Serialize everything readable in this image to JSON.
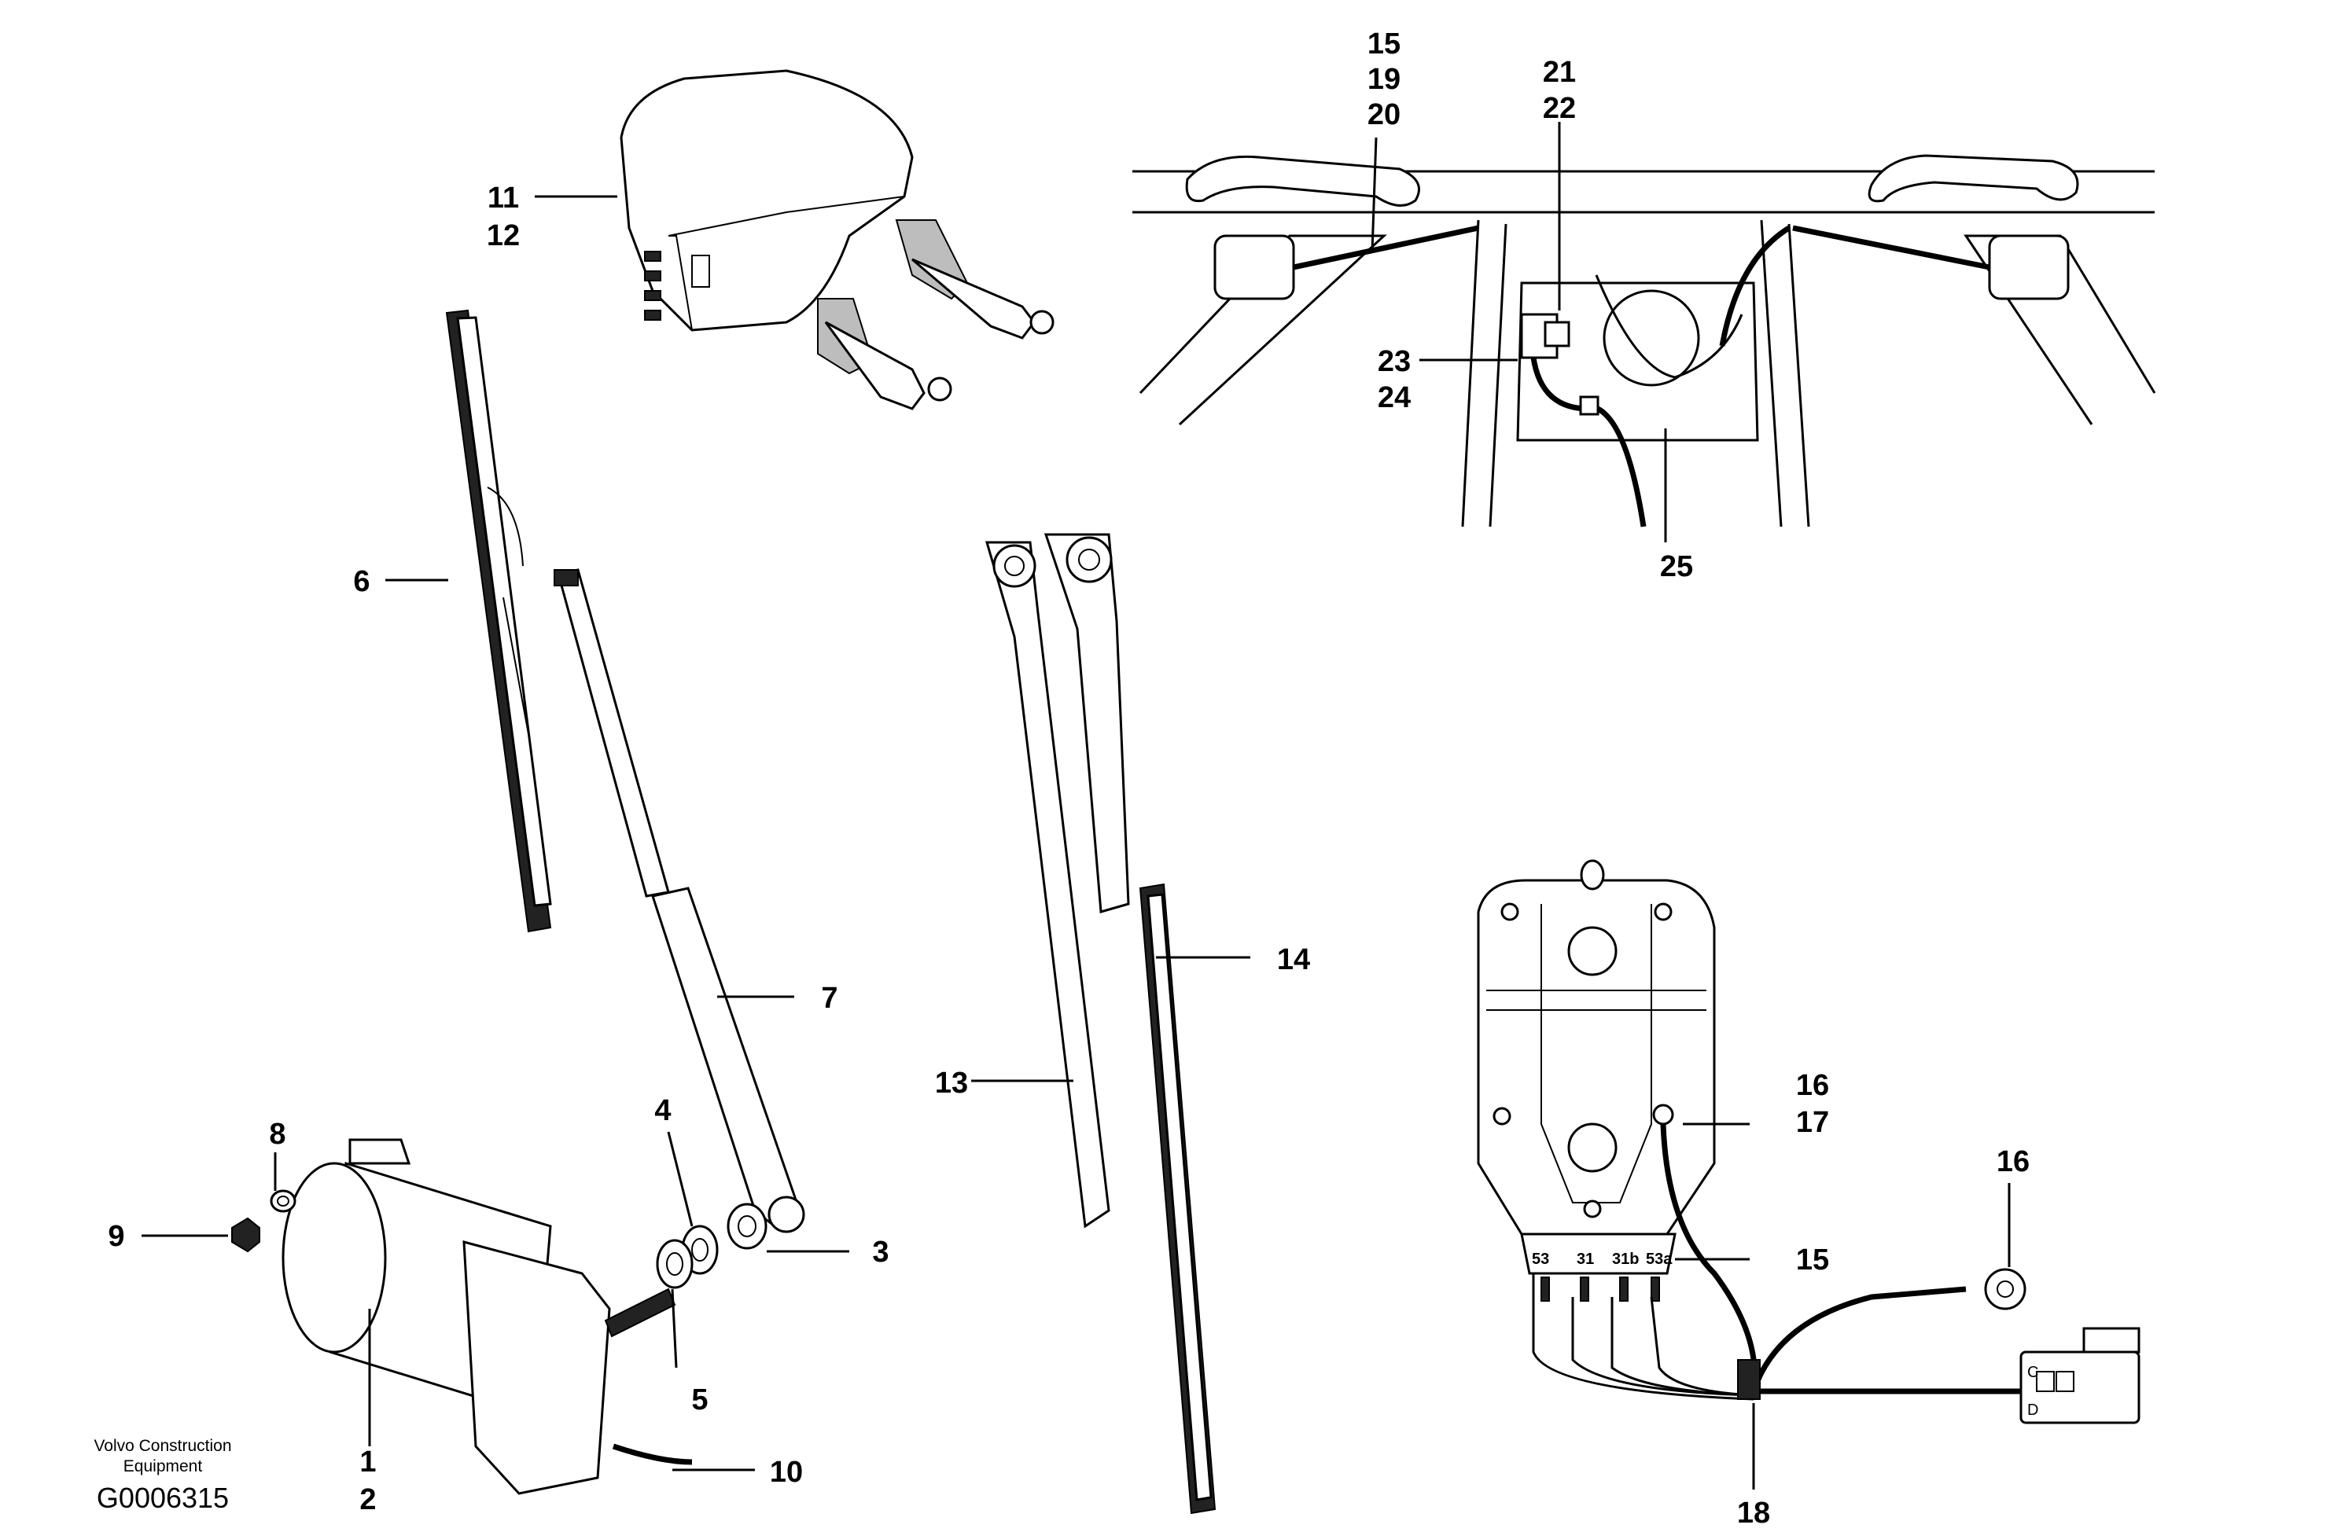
{
  "callouts": {
    "c1": "1",
    "c2": "2",
    "c3": "3",
    "c4": "4",
    "c5": "5",
    "c6": "6",
    "c7": "7",
    "c8": "8",
    "c9": "9",
    "c10": "10",
    "c11": "11",
    "c12": "12",
    "c13": "13",
    "c14": "14",
    "c15a": "15",
    "c19": "19",
    "c20": "20",
    "c21": "21",
    "c22": "22",
    "c23": "23",
    "c24": "24",
    "c25": "25",
    "c16a": "16",
    "c17": "17",
    "c16b": "16",
    "c15b": "15",
    "c18": "18"
  },
  "terminals": {
    "t53": "53",
    "t31": "31",
    "t31b": "31b",
    "t53a": "53a",
    "cC": "C",
    "cD": "D"
  },
  "credit": {
    "line1": "Volvo Construction",
    "line2": "Equipment",
    "code": "G0006315"
  },
  "colors": {
    "ink": "#000000",
    "background": "#ffffff"
  }
}
